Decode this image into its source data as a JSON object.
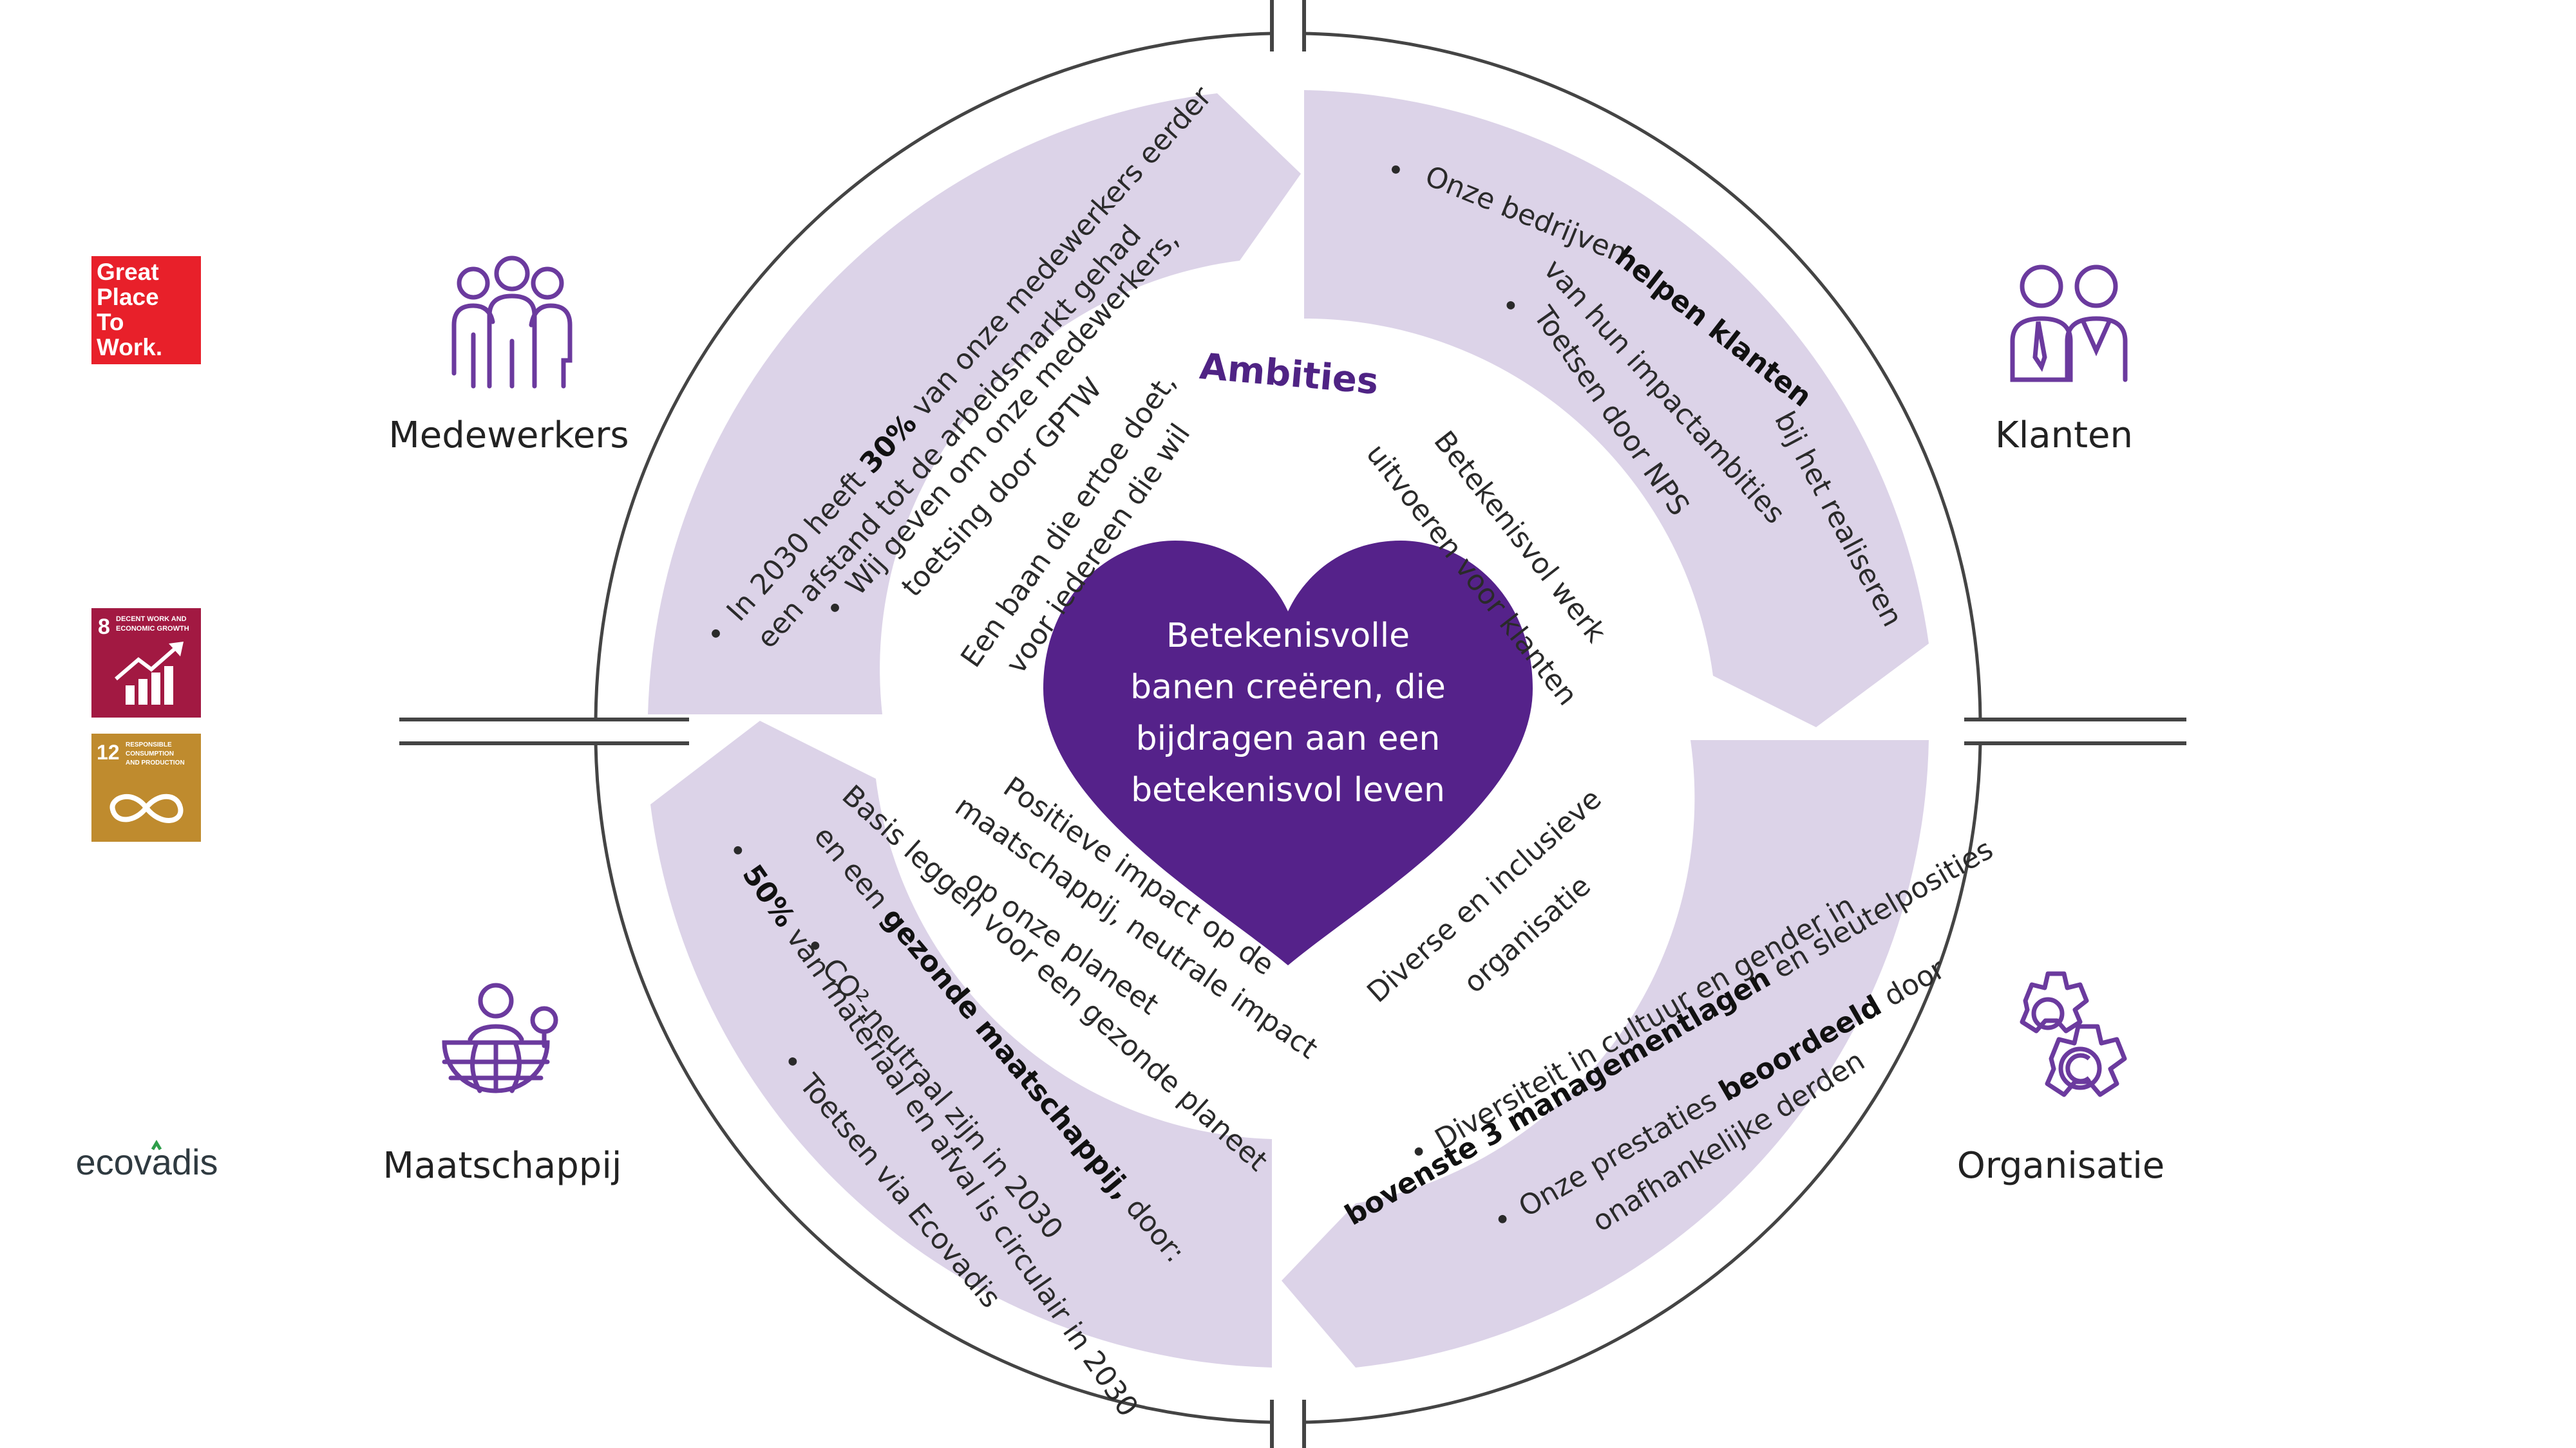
{
  "colors": {
    "primary_purple": "#55228A",
    "light_purple": "#DCD3E8",
    "icon_purple": "#6B3A9E",
    "gptw_red": "#E8202A",
    "sdg8_red": "#A21942",
    "sdg12_gold": "#BF8B2E",
    "ring_line": "#444444"
  },
  "heart": {
    "lines": [
      "Betekenisvolle",
      "banen creëren, die",
      "bijdragen aan een",
      "betekenisvol leven"
    ]
  },
  "ambitions": {
    "title": "Ambities",
    "employees": [
      "Een baan die ertoe doet,",
      "voor iedereen die wil"
    ],
    "clients": [
      "Betekenisvol werk",
      "uitvoeren voor klanten"
    ],
    "society": [
      "Positieve impact op de",
      "maatschappij, neutrale impact",
      "op onze planeet"
    ],
    "organisation": [
      "Diverse en inclusieve",
      "organisatie"
    ]
  },
  "categories": {
    "employees": "Medewerkers",
    "clients": "Klanten",
    "society": "Maatschappij",
    "organisation": "Organisatie"
  },
  "employees_arc": {
    "l1a": "In 2030 heeft ",
    "l1b": "30%",
    "l1c": " van onze medewerkers eerder",
    "l2": "een afstand tot de arbeidsmarkt gehad",
    "l3": "Wij geven om onze medewerkers,",
    "l4": "toetsing door GPTW",
    "bullet": "•"
  },
  "clients_arc": {
    "l1": "Onze bedrijven ",
    "l1b": "helpen klanten",
    "l1c": " bij het realiseren",
    "l2": "van hun impactambities",
    "l3": "Toetsen door NPS",
    "bullet": "•"
  },
  "society_arc": {
    "l1": "Basis leggen voor een gezonde planeet",
    "l2a": "en een ",
    "l2b": "gezonde maatschappij,",
    "l2c": " door:",
    "l3": "CO²-neutraal zijn in 2030",
    "l4a": "50%",
    "l4b": " van materiaal en afval is circulair in 2030",
    "l5": "Toetsen via Ecovadis",
    "bullet": "•"
  },
  "organisation_arc": {
    "l1": "Diversiteit in cultuur en gender in",
    "l2a": "bovenste 3 managementlagen",
    "l2b": " en sleutelposities",
    "l3a": "Onze prestaties ",
    "l3b": "beoordeeld",
    "l3c": " door",
    "l4": "onafhankelijke derden",
    "bullet": "•"
  },
  "logos": {
    "gptw": [
      "Great",
      "Place",
      "To",
      "Work."
    ],
    "sdg8": {
      "number": "8",
      "text": [
        "DECENT WORK AND",
        "ECONOMIC GROWTH"
      ]
    },
    "sdg12": {
      "number": "12",
      "text": [
        "RESPONSIBLE",
        "CONSUMPTION",
        "AND PRODUCTION"
      ]
    },
    "ecovadis": "ecovadis"
  },
  "icons": {
    "employees": "people-group-icon",
    "clients": "business-people-icon",
    "society": "globe-community-icon",
    "organisation": "gears-icon"
  }
}
